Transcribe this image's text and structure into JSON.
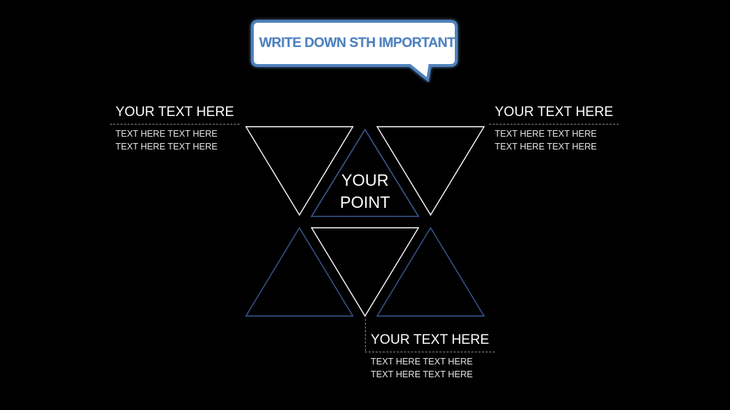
{
  "callout": {
    "title": "WRITE DOWN STH IMPORTANT"
  },
  "center": {
    "line1": "YOUR",
    "line2": "POINT"
  },
  "blocks": {
    "left": {
      "heading": "YOUR TEXT HERE",
      "line1": "TEXT HERE TEXT HERE",
      "line2": "TEXT HERE TEXT HERE"
    },
    "right": {
      "heading": "YOUR TEXT HERE",
      "line1": "TEXT HERE TEXT HERE",
      "line2": "TEXT HERE TEXT HERE"
    },
    "bottom": {
      "heading": "YOUR TEXT HERE",
      "line1": "TEXT HERE TEXT HERE",
      "line2": "TEXT HERE TEXT HERE"
    }
  },
  "colors": {
    "background": "#000000",
    "accent": "#4f81bd",
    "white": "#ffffff",
    "blue_outline": "#3a5a90"
  }
}
